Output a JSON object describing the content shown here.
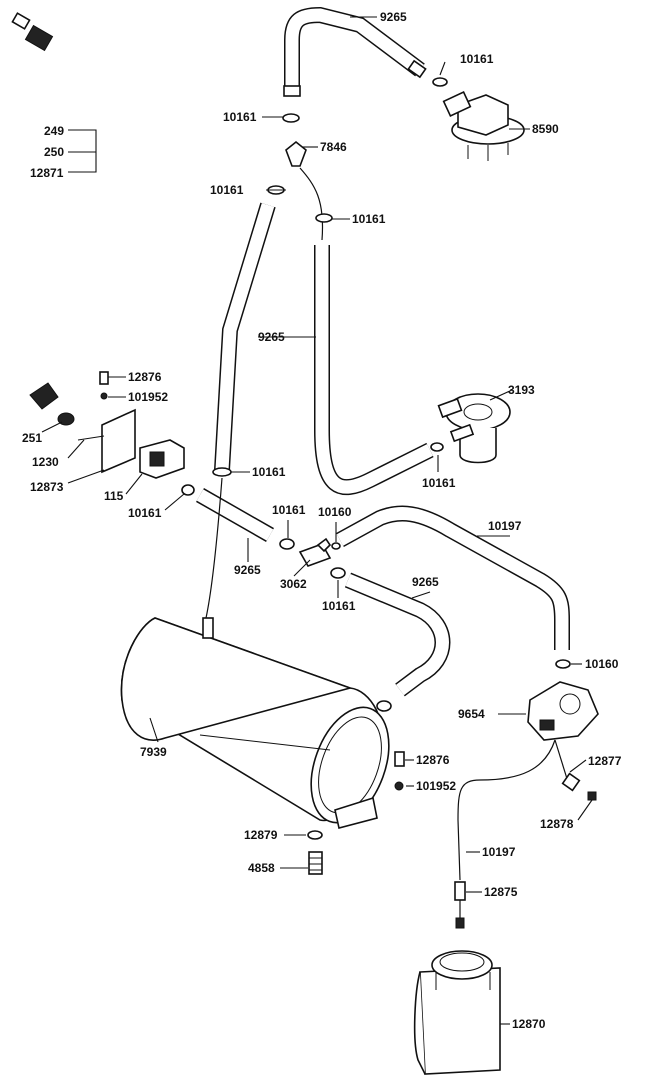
{
  "labels": {
    "p9265_top": "9265",
    "p10161_a": "10161",
    "p10161_b": "10161",
    "p8590": "8590",
    "p7846": "7846",
    "p10161_c": "10161",
    "p10161_d": "10161",
    "p249": "249",
    "p250": "250",
    "p12871": "12871",
    "p9265_mid": "9265",
    "p12876_a": "12876",
    "p101952_a": "101952",
    "p3193": "3193",
    "p251": "251",
    "p1230": "1230",
    "p12873": "12873",
    "p115": "115",
    "p10161_e": "10161",
    "p10161_f": "10161",
    "p10161_g": "10161",
    "p10161_h": "10161",
    "p10160_a": "10160",
    "p10197_a": "10197",
    "p9265_low": "9265",
    "p3062": "3062",
    "p10161_i": "10161",
    "p9265_right": "9265",
    "p10160_b": "10160",
    "p9654": "9654",
    "p7939": "7939",
    "p12876_b": "12876",
    "p101952_b": "101952",
    "p12877": "12877",
    "p12878": "12878",
    "p12879": "12879",
    "p10197_b": "10197",
    "p4858": "4858",
    "p12875": "12875",
    "p12870": "12870"
  }
}
